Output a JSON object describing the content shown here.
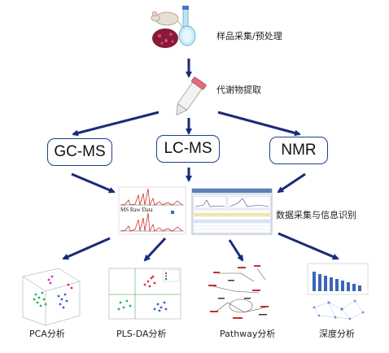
{
  "steps": {
    "sample": "样品采集/预处理",
    "extract": "代谢物提取",
    "acquisition": "数据采集与信息识别"
  },
  "methods": [
    "GC-MS",
    "LC-MS",
    "NMR"
  ],
  "ms_panel": {
    "title": "MS Raw Data"
  },
  "analyses": [
    "PCA分析",
    "PLS-DA分析",
    "Pathway分析",
    "深度分析"
  ],
  "colors": {
    "arrow": "#1a2a7a",
    "box_border": "#1f3f8a",
    "spectrum": "#d03030"
  }
}
